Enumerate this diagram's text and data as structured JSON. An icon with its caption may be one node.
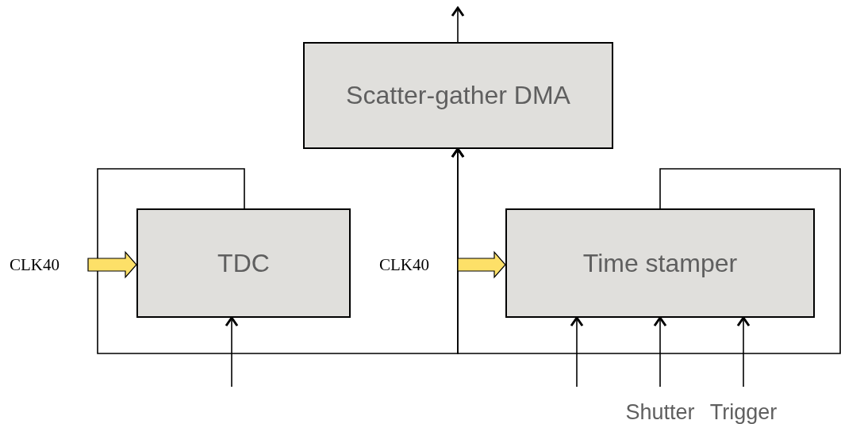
{
  "diagram": {
    "nodes": [
      {
        "text": [
          "Scatter-gather DMA"
        ]
      },
      {
        "text": [
          "TDC"
        ]
      },
      {
        "text": [
          "Time stamper"
        ]
      },
      {
        "text": [
          "CLK40"
        ]
      },
      {
        "text": [
          "CLK40"
        ]
      },
      {
        "text": [
          "Shutter"
        ]
      },
      {
        "text": [
          "Trigger"
        ]
      }
    ],
    "edges": [
      {
        "from": 0,
        "to": null,
        "arrow": "to"
      },
      {
        "from": 1,
        "to": 0,
        "arrow": "to"
      },
      {
        "from": 2,
        "to": 0,
        "arrow": "to"
      },
      {
        "from": 3,
        "to": 1,
        "arrow": "to",
        "style": "thick",
        "color": "#fde068"
      },
      {
        "from": 4,
        "to": 2,
        "arrow": "to",
        "style": "thick",
        "color": "#fde068"
      },
      {
        "from": null,
        "to": 1,
        "arrow": "to"
      },
      {
        "from": null,
        "to": 2,
        "arrow": "to"
      },
      {
        "from": 5,
        "to": 2,
        "arrow": "to"
      },
      {
        "from": 6,
        "to": 2,
        "arrow": "to"
      }
    ]
  }
}
